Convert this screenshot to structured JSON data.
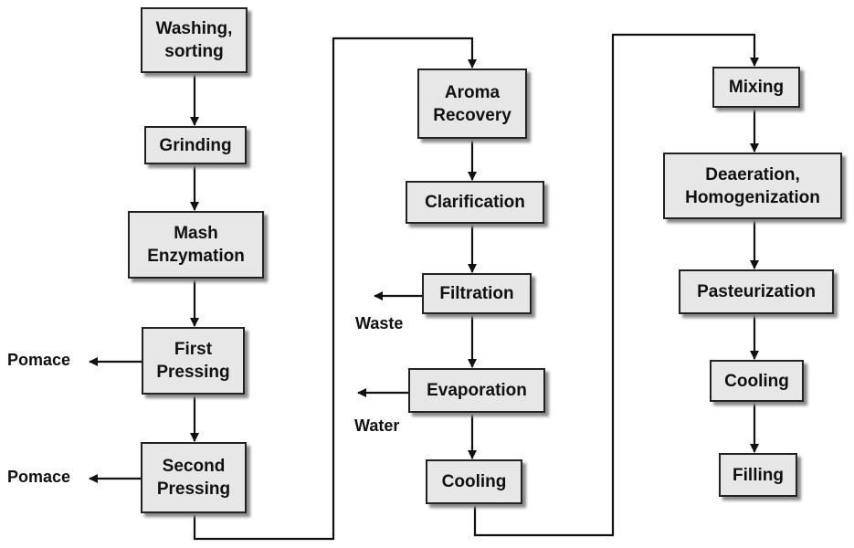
{
  "columns": [
    {
      "steps": [
        "Washing,\nsorting",
        "Grinding",
        "Mash\nEnzymation",
        "First\nPressing",
        "Second\nPressing"
      ]
    },
    {
      "steps": [
        "Aroma\nRecovery",
        "Clarification",
        "Filtration",
        "Evaporation",
        "Cooling"
      ]
    },
    {
      "steps": [
        "Mixing",
        "Deaeration,\nHomogenization",
        "Pasteurization",
        "Cooling",
        "Filling"
      ]
    }
  ],
  "side_outputs": {
    "pomace_first": "Pomace",
    "pomace_second": "Pomace",
    "waste": "Waste",
    "water": "Water"
  }
}
